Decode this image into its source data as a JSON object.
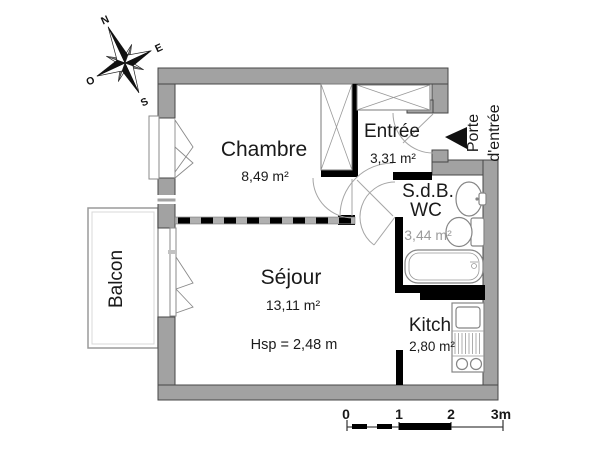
{
  "plan": {
    "type": "apartment-floorplan",
    "rooms": {
      "chambre": {
        "name": "Chambre",
        "area": "8,49 m²"
      },
      "entree": {
        "name": "Entrée",
        "area": "3,31 m²"
      },
      "sdb": {
        "name": "S.d.B.",
        "name2": "WC",
        "area": "3,44 m²"
      },
      "sejour": {
        "name": "Séjour",
        "area": "13,11 m²",
        "ceiling_height": "Hsp = 2,48 m"
      },
      "kitchen": {
        "name": "Kitch",
        "area": "2,80 m²"
      },
      "balcon": {
        "name": "Balcon"
      }
    },
    "entry_door": {
      "line1": "Porte",
      "line2": "d'entrée"
    },
    "compass": {
      "n": "N",
      "e": "E",
      "s": "S",
      "o": "O"
    },
    "scale_bar": {
      "labels": [
        "0",
        "1",
        "2",
        "3m"
      ]
    },
    "colors": {
      "wall_gray": "#a2a2a2",
      "interior_wall_black": "#000000",
      "line_gray": "#858585",
      "muted_area_text": "#9b9b9b",
      "background": "#ffffff"
    }
  }
}
